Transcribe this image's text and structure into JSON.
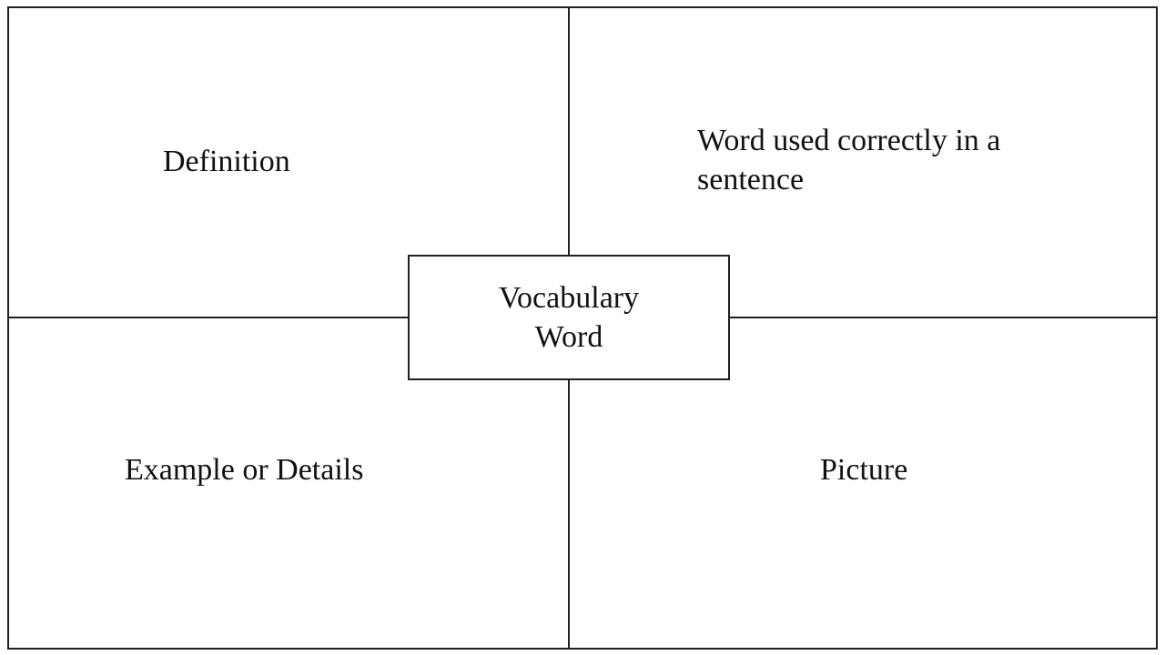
{
  "quadrants": {
    "top_left": {
      "label": "Definition"
    },
    "top_right": {
      "line1": "Word used correctly in a",
      "line2": "sentence"
    },
    "bottom_left": {
      "label": "Example or Details"
    },
    "bottom_right": {
      "label": "Picture"
    }
  },
  "center": {
    "line1": "Vocabulary",
    "line2": "Word"
  },
  "colors": {
    "line": "#1f1f1f",
    "text": "#111111",
    "background": "#ffffff"
  }
}
